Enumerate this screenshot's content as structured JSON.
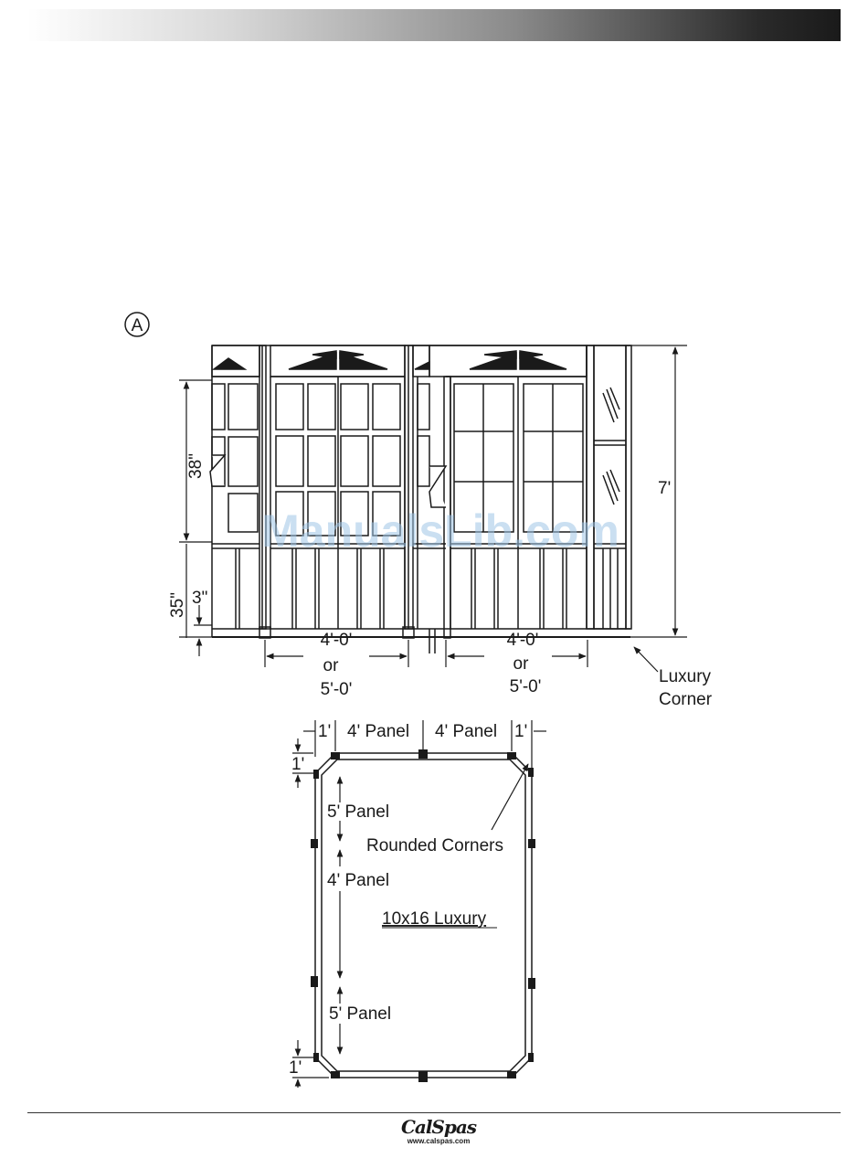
{
  "figure": {
    "marker": "A",
    "elevation": {
      "height_38": "38\"",
      "height_35": "35\"",
      "height_3": "3\"",
      "height_7": "7'",
      "width_left": {
        "line1": "4'-0'",
        "line2": "or",
        "line3": "5'-0'"
      },
      "width_right": {
        "line1": "4'-0'",
        "line2": "or",
        "line3": "5'-0'"
      },
      "corner_label": {
        "line1": "Luxury",
        "line2": "Corner"
      }
    },
    "plan": {
      "top_dim_1": "1'",
      "top_panel_1": "4' Panel",
      "top_panel_2": "4' Panel",
      "top_dim_2": "1'",
      "left_top_dim": "1'",
      "panel_5_top": "5' Panel",
      "panel_4": "4' Panel",
      "panel_5_bottom": "5' Panel",
      "left_bottom_dim": "1'",
      "rounded_corners": "Rounded Corners",
      "model": "10x16 Luxury"
    }
  },
  "watermark": "ManualsLib.com",
  "footer": {
    "logo": "CalSpas",
    "url": "www.calspas.com"
  }
}
